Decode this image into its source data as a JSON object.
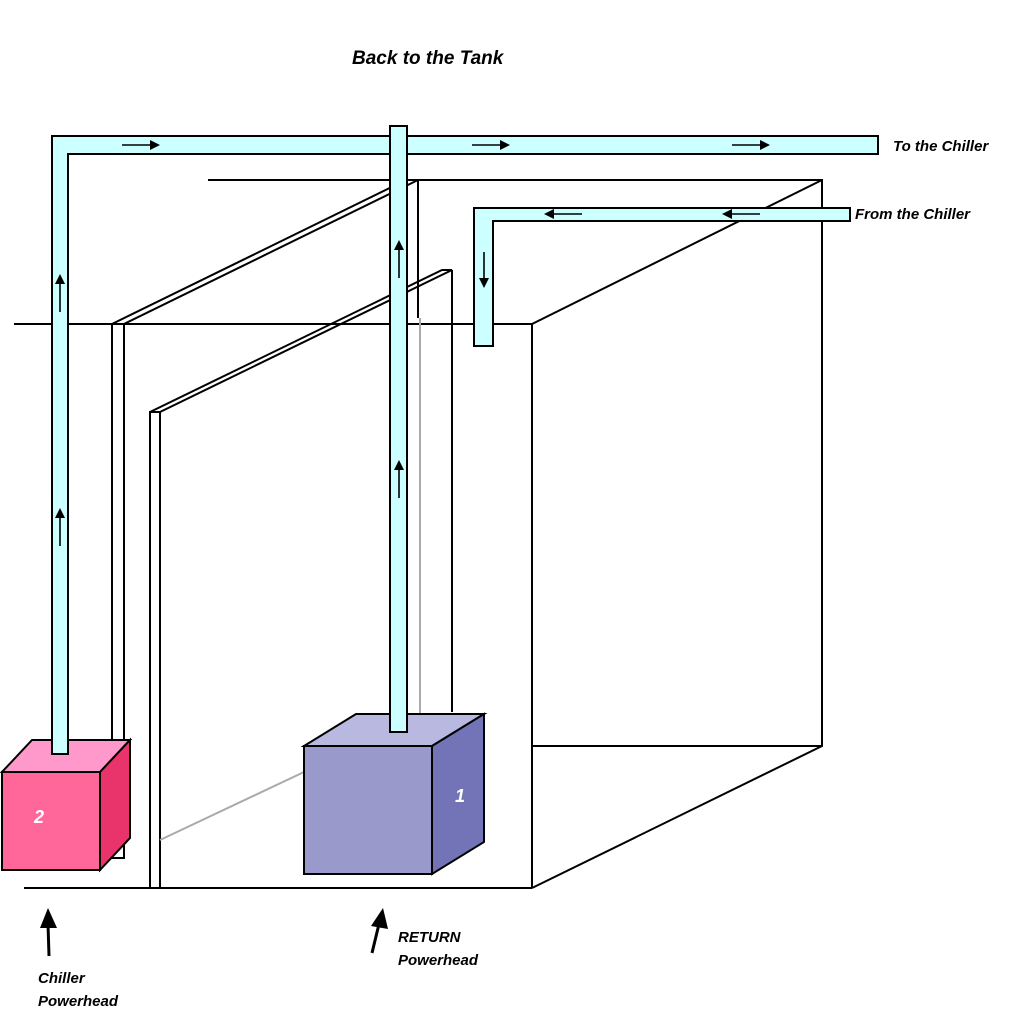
{
  "labels": {
    "return_to_tank": "Back to the Tank",
    "to_chiller": "To the Chiller",
    "from_chiller": "From the Chiller",
    "chiller_powerhead": [
      "Chiller",
      "Powerhead"
    ],
    "return_powerhead": [
      "RETURN",
      "Powerhead"
    ]
  },
  "powerheads": {
    "chiller": {
      "number": "2",
      "colors": {
        "front": "#ff6699",
        "top": "#ff99cc",
        "side": "#e8336b"
      }
    },
    "return": {
      "number": "1",
      "colors": {
        "front": "#9999cc",
        "top": "#b8b8e0",
        "side": "#7373b8"
      }
    }
  },
  "colors": {
    "pipe": "#ccffff",
    "outline": "#000000",
    "bg": "#ffffff"
  }
}
